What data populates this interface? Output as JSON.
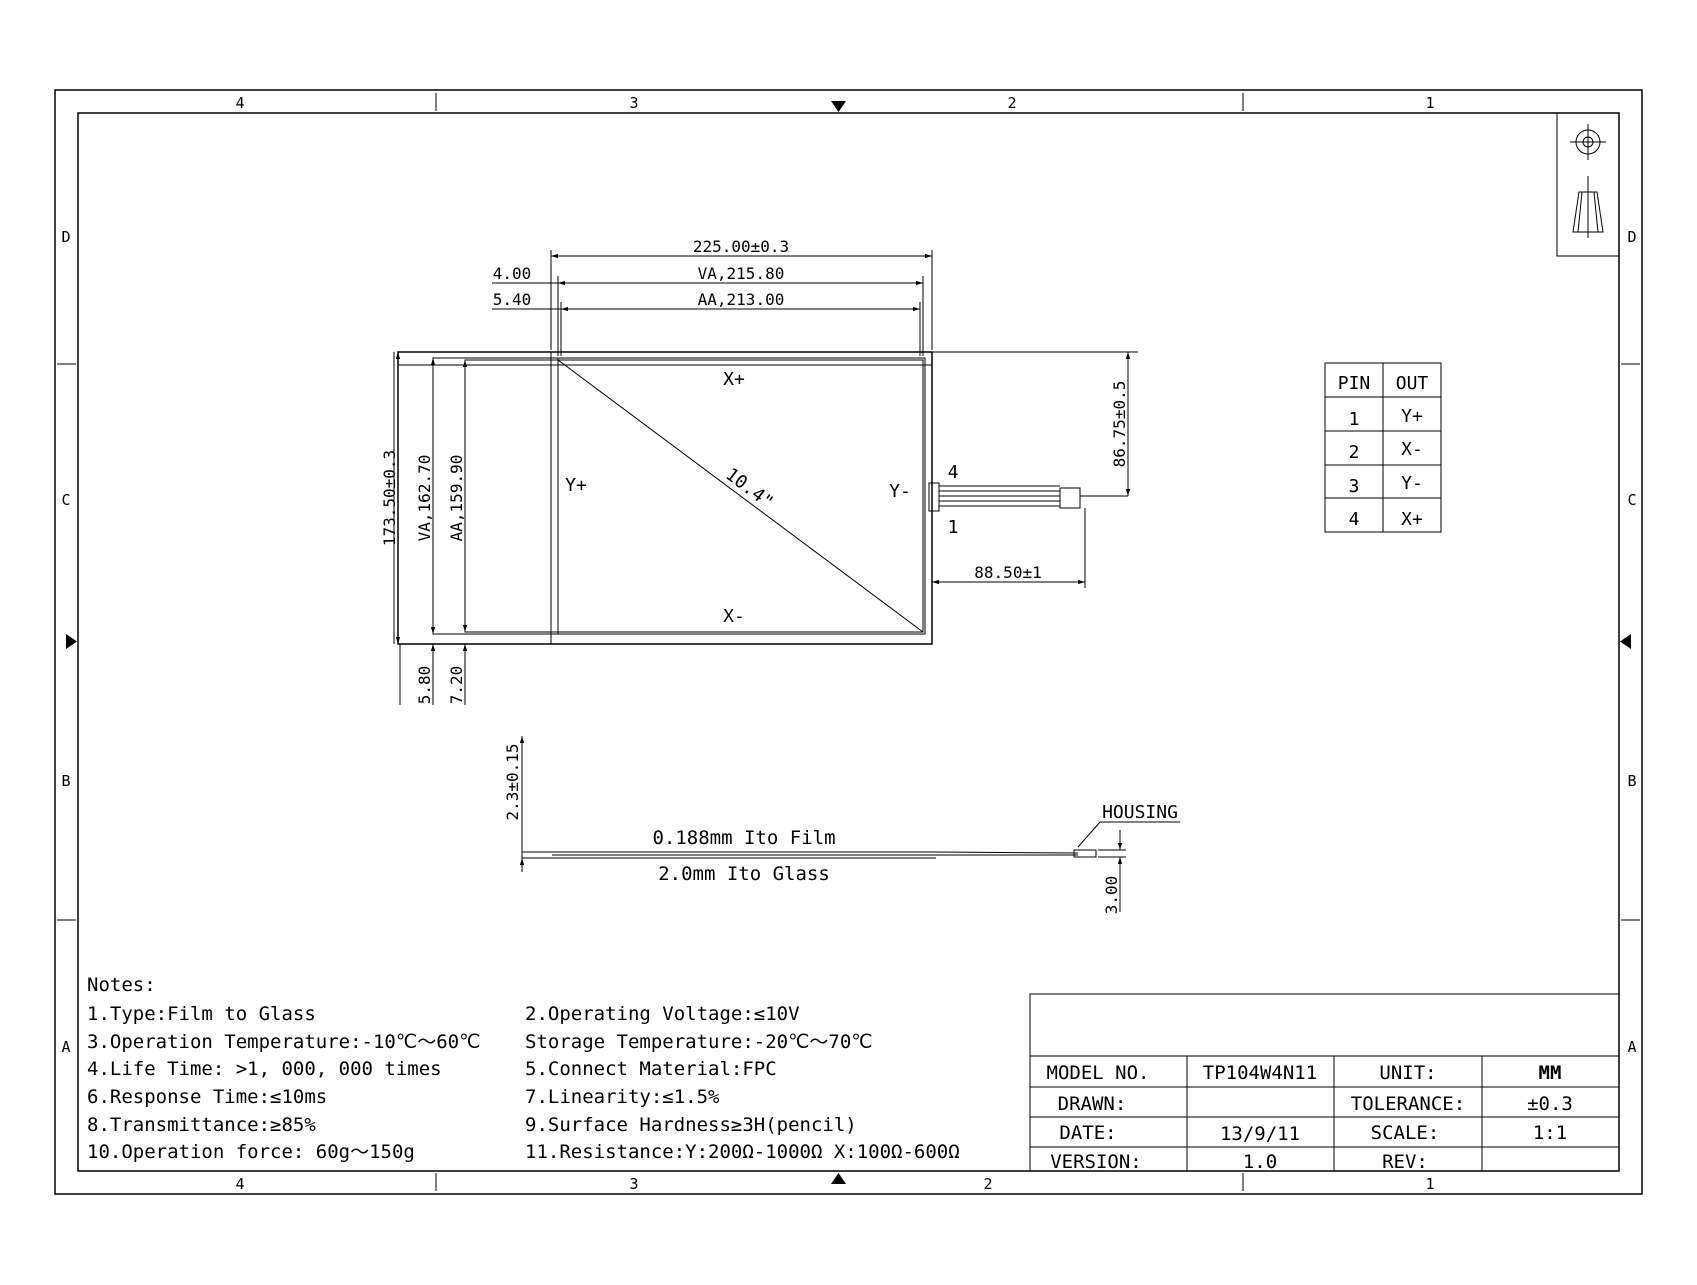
{
  "frame": {
    "col_labels": [
      "4",
      "3",
      "2",
      "1"
    ],
    "row_labels": [
      "D",
      "C",
      "B",
      "A"
    ]
  },
  "front_view": {
    "dims": {
      "overall_width": "225.00±0.3",
      "va_width": "VA,215.80",
      "aa_width": "AA,213.00",
      "left_offset_va": "4.00",
      "left_offset_aa": "5.40",
      "overall_height": "173.50±0.3",
      "va_height": "VA,162.70",
      "aa_height": "AA,159.90",
      "bottom_offset_va": "5.80",
      "bottom_offset_aa": "7.20",
      "tail_position": "86.75±0.5",
      "tail_length": "88.50±1"
    },
    "electrode_labels": {
      "x_plus": "X+",
      "x_minus": "X-",
      "y_plus": "Y+",
      "y_minus": "Y-"
    },
    "diagonal": "10.4\"",
    "pin_marks": {
      "top": "4",
      "bottom": "1"
    }
  },
  "pin_table": {
    "headers": [
      "PIN",
      "OUT"
    ],
    "rows": [
      [
        "1",
        "Y+"
      ],
      [
        "2",
        "X-"
      ],
      [
        "3",
        "Y-"
      ],
      [
        "4",
        "X+"
      ]
    ]
  },
  "side_view": {
    "thickness": "2.3±0.15",
    "film": "0.188mm Ito Film",
    "glass": "2.0mm Ito Glass",
    "housing": "HOUSING",
    "housing_dim": "3.00"
  },
  "notes": {
    "title": "Notes:",
    "left": [
      "1.Type:Film to Glass",
      "3.Operation Temperature:-10℃～60℃",
      "4.Life Time: >1, 000, 000 times",
      "6.Response Time:≤10ms",
      "8.Transmittance:≥85%",
      "10.Operation force: 60g～150g"
    ],
    "right": [
      "2.Operating Voltage:≤10V",
      "Storage Temperature:-20℃～70℃",
      "5.Connect Material:FPC",
      "7.Linearity:≤1.5%",
      "9.Surface Hardness≥3H(pencil)",
      "11.Resistance:Y:200Ω-1000Ω X:100Ω-600Ω"
    ]
  },
  "title_block": {
    "model_label": "MODEL NO.",
    "model_value": "TP104W4N11",
    "unit_label": "UNIT:",
    "unit_value": "MM",
    "drawn_label": "DRAWN:",
    "drawn_value": "",
    "tolerance_label": "TOLERANCE:",
    "tolerance_value": "±0.3",
    "date_label": "DATE:",
    "date_value": "13/9/11",
    "scale_label": "SCALE:",
    "scale_value": "1:1",
    "version_label": "VERSION:",
    "version_value": "1.0",
    "rev_label": "REV:",
    "rev_value": ""
  }
}
